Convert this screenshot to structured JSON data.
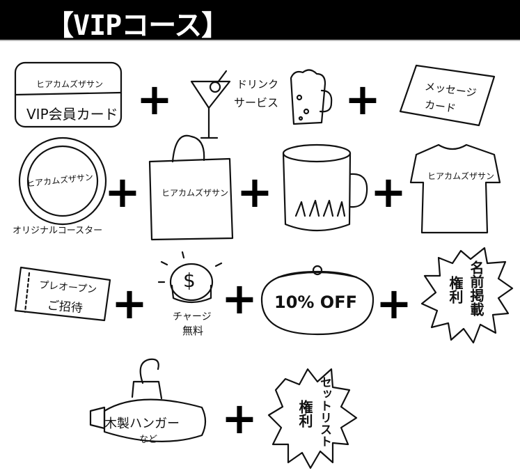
{
  "header": {
    "title": "【VIPコース】"
  },
  "plus_sign": "+",
  "items": {
    "vip_card": {
      "logo": "ヒアカムズザサン",
      "label": "VIP会員カード"
    },
    "drink": {
      "label_line1": "ドリンク",
      "label_line2": "サービス"
    },
    "message_card": {
      "label_line1": "メッセージ",
      "label_line2": "カード"
    },
    "coaster": {
      "logo": "ヒアカムズザサン",
      "label": "オリジナルコースター"
    },
    "tote": {
      "logo": "ヒアカムズザサン"
    },
    "tshirt": {
      "logo": "ヒアカムズザサン"
    },
    "pre_open": {
      "label_line1": "プレオープン",
      "label_line2": "ご招待"
    },
    "charge": {
      "coin_symbol": "$",
      "label_line1": "チャージ",
      "label_line2": "無料"
    },
    "discount": {
      "label": "10% OFF"
    },
    "name_listing": {
      "col1": "名前掲載",
      "col2": "権利"
    },
    "hanger": {
      "label": "木製ハンガー",
      "sub": "など"
    },
    "setlist": {
      "col1": "セットリスト",
      "col2": "権利"
    }
  }
}
